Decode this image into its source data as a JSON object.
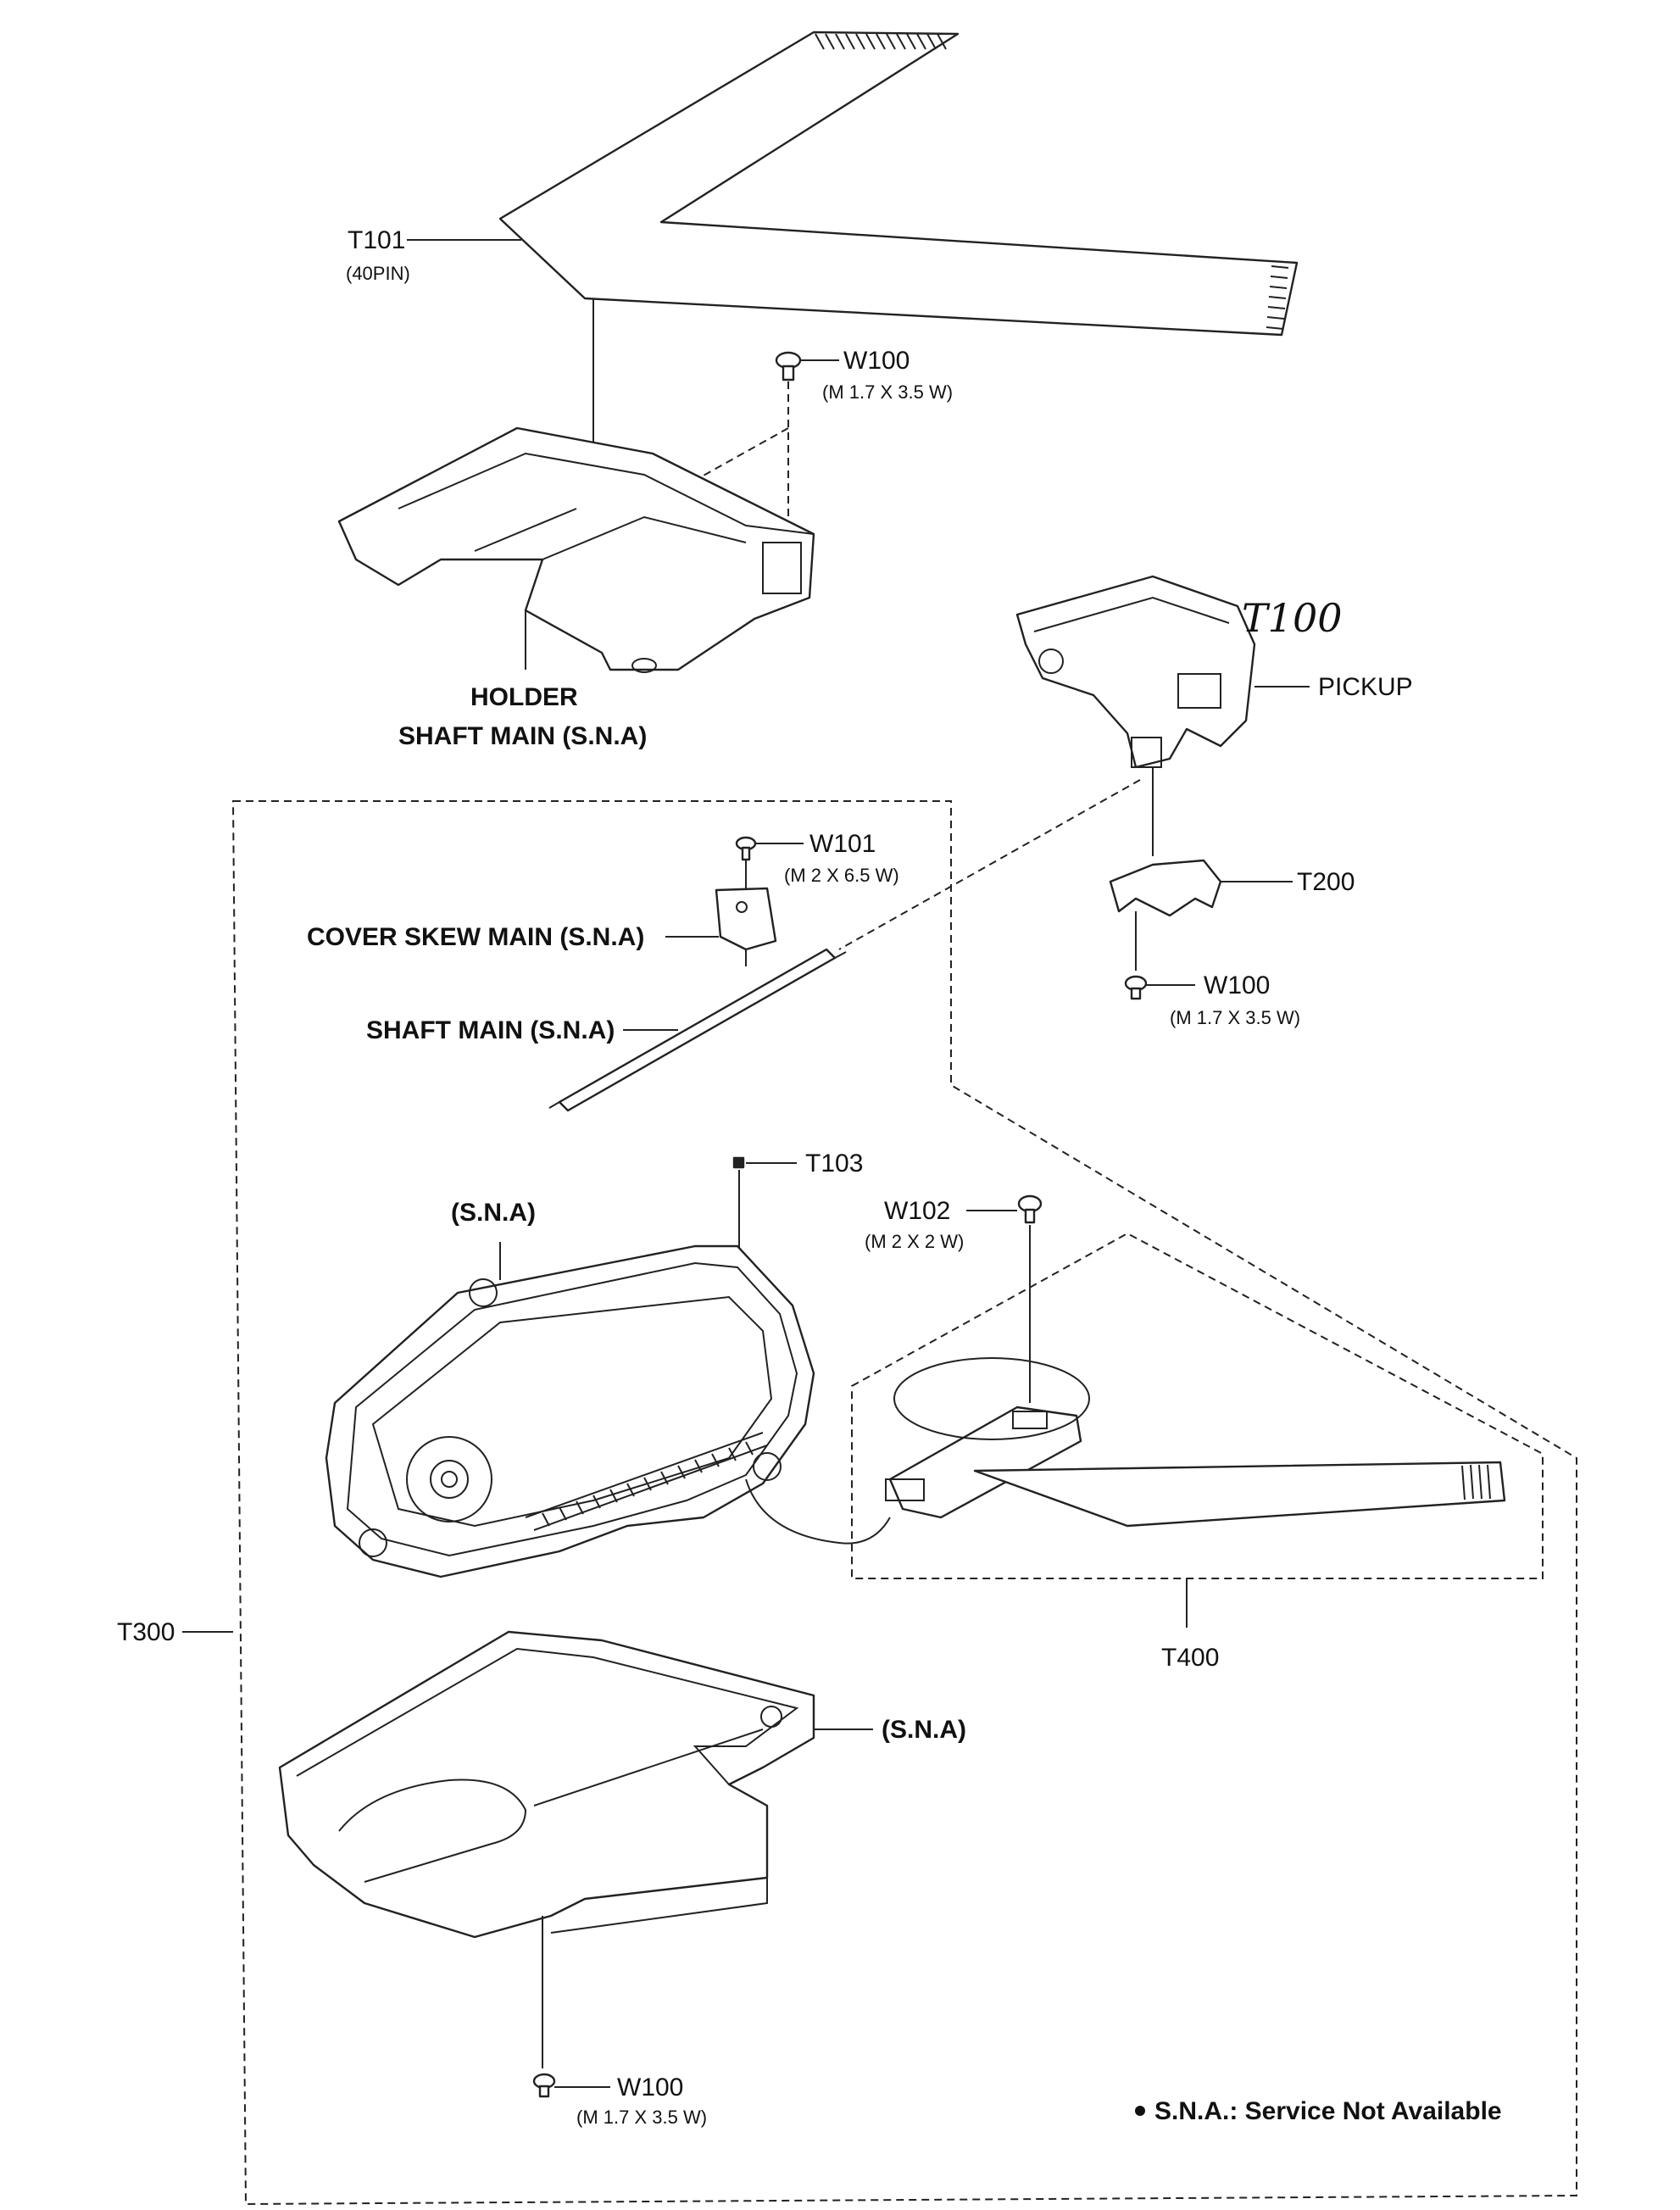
{
  "labels": {
    "t101": "T101",
    "t101_pin": "(40PIN)",
    "w100_top": "W100",
    "w100_top_spec": "(M 1.7 X 3.5 W)",
    "holder": "HOLDER",
    "shaft_main_holder": "SHAFT MAIN (S.N.A)",
    "handwritten_t100": "T100",
    "pickup": "PICKUP",
    "w101": "W101",
    "w101_spec": "(M 2 X 6.5 W)",
    "cover_skew_main": "COVER SKEW MAIN (S.N.A)",
    "shaft_main": "SHAFT MAIN (S.N.A)",
    "t200": "T200",
    "w100_mid": "W100",
    "w100_mid_spec": "(M 1.7 X 3.5 W)",
    "t103": "T103",
    "sna_base": "(S.N.A)",
    "w102": "W102",
    "w102_spec": "(M 2 X 2 W)",
    "t300": "T300",
    "t400": "T400",
    "sna_cover": "(S.N.A)",
    "w100_bottom": "W100",
    "w100_bottom_spec": "(M 1.7 X 3.5 W)",
    "note": "S.N.A.: Service Not Available"
  }
}
